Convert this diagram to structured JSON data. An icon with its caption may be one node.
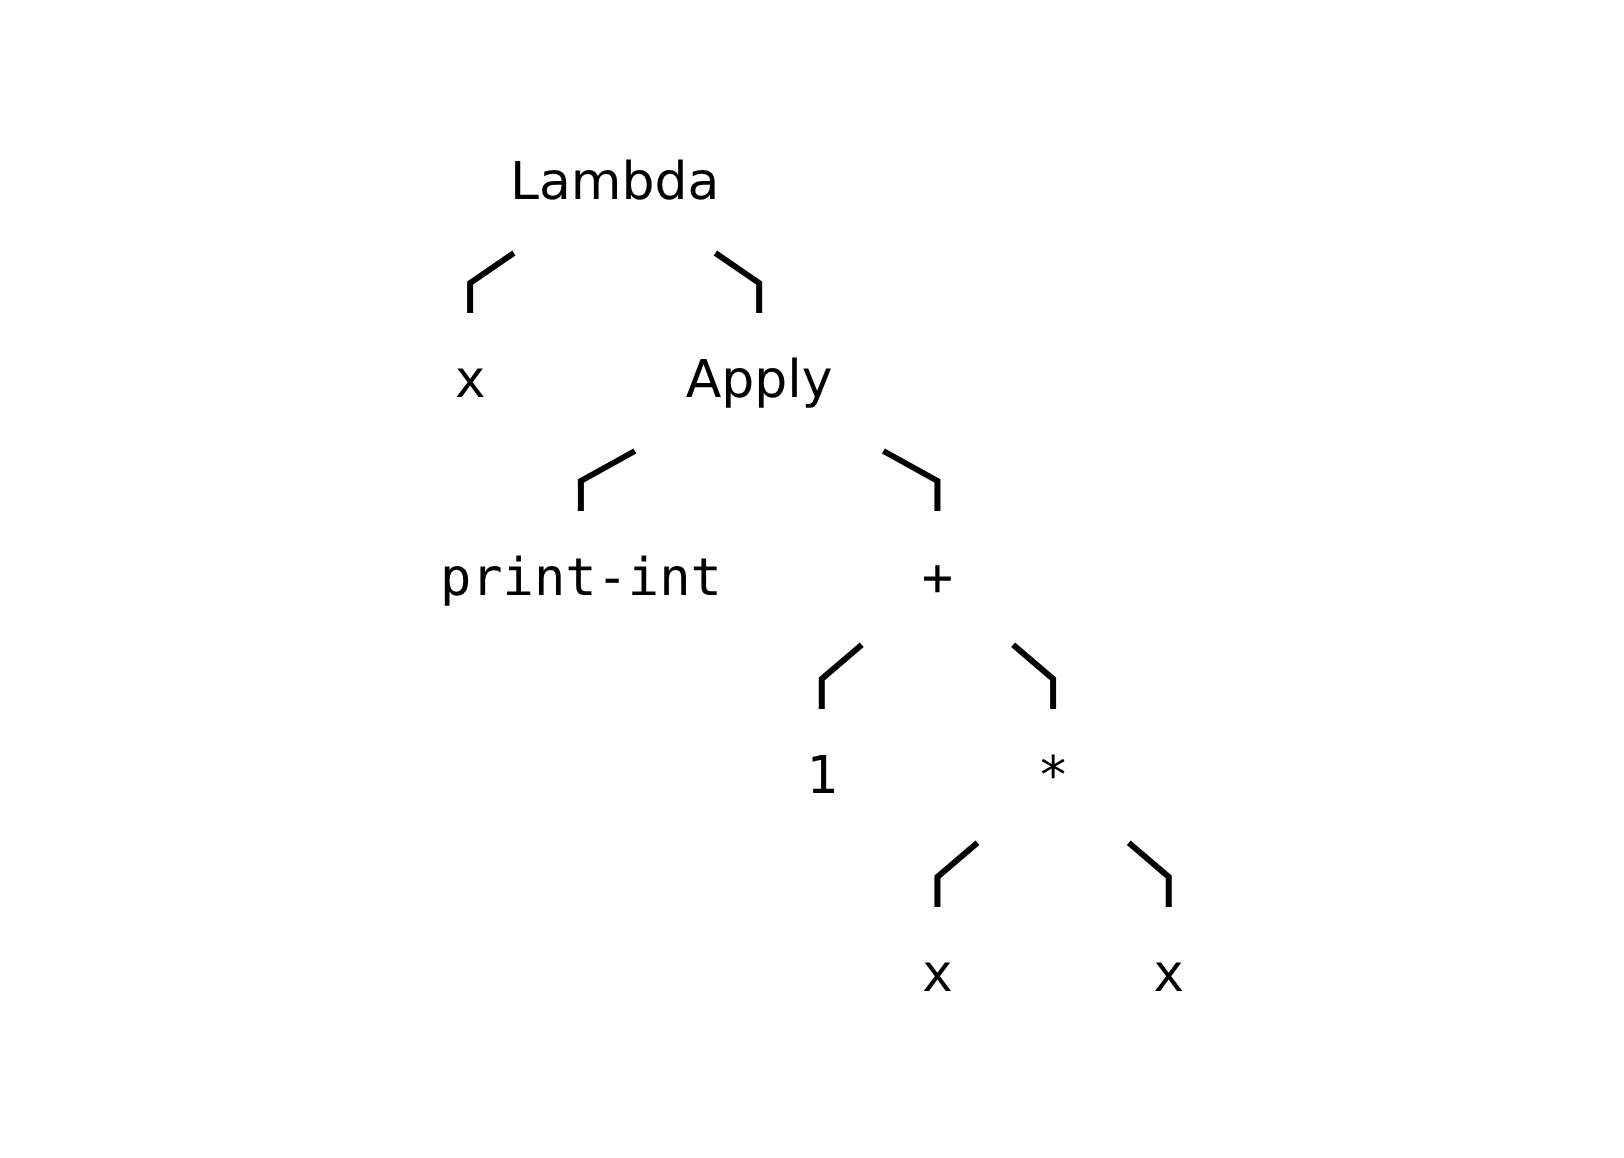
{
  "diagram": {
    "nodes": [
      {
        "text": [
          "Lambda"
        ]
      },
      {
        "text": [
          "x"
        ]
      },
      {
        "text": [
          "Apply"
        ]
      },
      {
        "text": [
          "print-int"
        ]
      },
      {
        "text": [
          "+"
        ]
      },
      {
        "text": [
          "1"
        ]
      },
      {
        "text": [
          "*"
        ]
      },
      {
        "text": [
          "x"
        ]
      },
      {
        "text": [
          "x"
        ]
      }
    ],
    "edges": [
      {
        "from": 0,
        "to": 1,
        "arrow": "none"
      },
      {
        "from": 0,
        "to": 2,
        "arrow": "none"
      },
      {
        "from": 2,
        "to": 3,
        "arrow": "none"
      },
      {
        "from": 2,
        "to": 4,
        "arrow": "none"
      },
      {
        "from": 4,
        "to": 5,
        "arrow": "none"
      },
      {
        "from": 4,
        "to": 6,
        "arrow": "none"
      },
      {
        "from": 6,
        "to": 7,
        "arrow": "none"
      },
      {
        "from": 6,
        "to": 8,
        "arrow": "none"
      }
    ]
  }
}
